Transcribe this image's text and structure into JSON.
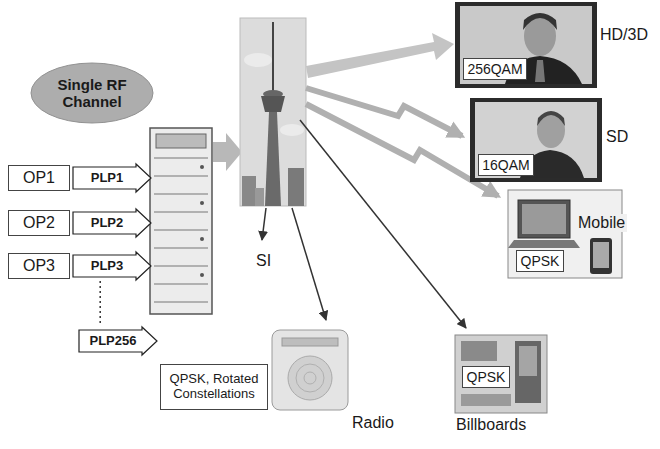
{
  "diagram": {
    "nodes": [
      {
        "text": [
          "Single RF Channel"
        ]
      },
      {
        "text": [
          "OP1"
        ]
      },
      {
        "text": [
          "PLP1"
        ]
      },
      {
        "text": [
          "OP2"
        ]
      },
      {
        "text": [
          "PLP2"
        ]
      },
      {
        "text": [
          "OP3"
        ]
      },
      {
        "text": [
          "PLP3"
        ]
      },
      {
        "text": [
          "PLP256"
        ]
      },
      {
        "text": [
          "256QAM"
        ]
      },
      {
        "text": [
          "16QAM"
        ]
      },
      {
        "text": [
          "QPSK"
        ]
      },
      {
        "text": [
          "QPSK, Rotated Constellations"
        ]
      },
      {
        "text": [
          "QPSK"
        ]
      }
    ],
    "edges": [
      {
        "from": 6,
        "to": 7,
        "arrow": "none"
      }
    ],
    "labels": [
      "HD/3D",
      "SD",
      "Mobile",
      "SI",
      "Radio",
      "Billboards"
    ]
  }
}
